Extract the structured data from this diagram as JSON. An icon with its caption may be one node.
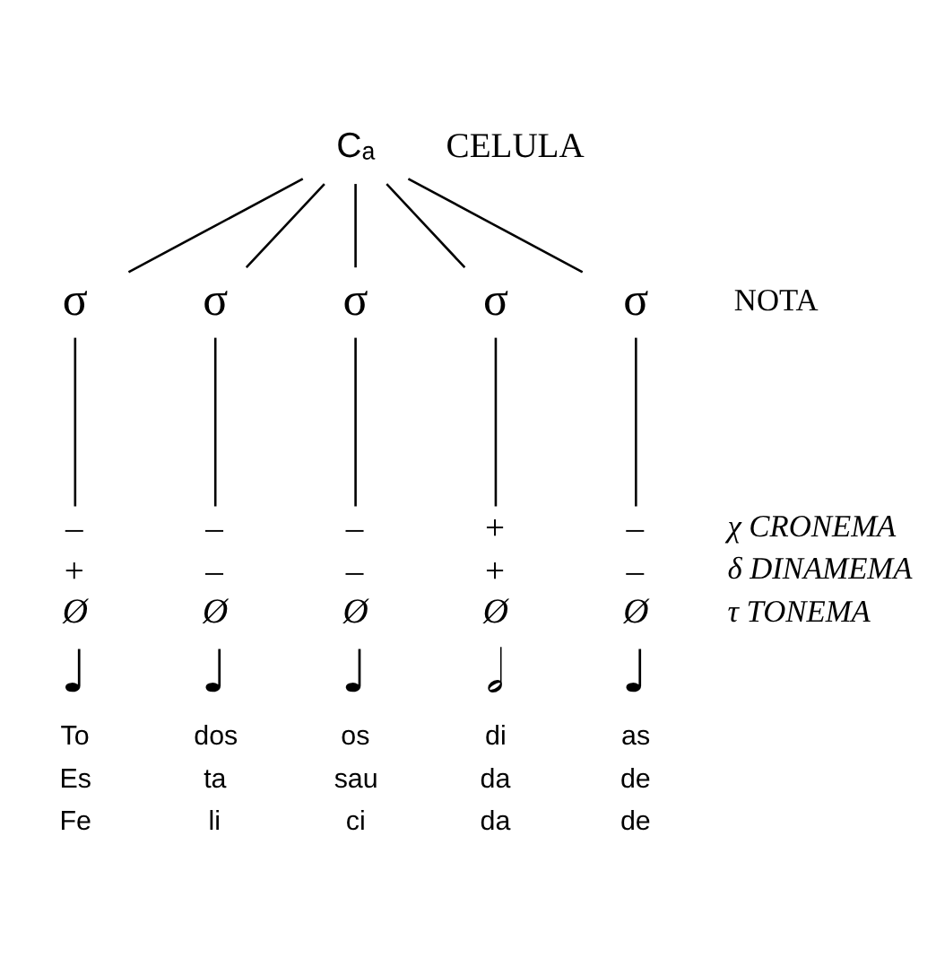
{
  "diagram": {
    "nodes": [
      {
        "text": [
          "Cₐ"
        ]
      },
      {
        "text": [
          "σ"
        ]
      },
      {
        "text": [
          "σ"
        ]
      },
      {
        "text": [
          "σ"
        ]
      },
      {
        "text": [
          "σ"
        ]
      },
      {
        "text": [
          "σ"
        ]
      },
      {
        "text": [
          "–",
          "+",
          "Ø",
          "♩",
          "To",
          "Es",
          "Fe"
        ]
      },
      {
        "text": [
          "–",
          "–",
          "Ø",
          "♩",
          "dos",
          "ta",
          "li"
        ]
      },
      {
        "text": [
          "–",
          "–",
          "Ø",
          "♩",
          "os",
          "sau",
          "ci"
        ]
      },
      {
        "text": [
          "+",
          "+",
          "Ø",
          "𝅗𝅥",
          "di",
          "da",
          "da"
        ]
      },
      {
        "text": [
          "–",
          "–",
          "Ø",
          "♩",
          "as",
          "de",
          "de"
        ]
      }
    ],
    "edges": [
      {
        "from": 0,
        "to": 1,
        "arrow": "none"
      },
      {
        "from": 0,
        "to": 2,
        "arrow": "none"
      },
      {
        "from": 0,
        "to": 3,
        "arrow": "none"
      },
      {
        "from": 0,
        "to": 4,
        "arrow": "none"
      },
      {
        "from": 0,
        "to": 5,
        "arrow": "none"
      },
      {
        "from": 1,
        "to": 6,
        "arrow": "none"
      },
      {
        "from": 2,
        "to": 7,
        "arrow": "none"
      },
      {
        "from": 3,
        "to": 8,
        "arrow": "none"
      },
      {
        "from": 4,
        "to": 9,
        "arrow": "none"
      },
      {
        "from": 5,
        "to": 10,
        "arrow": "none"
      }
    ],
    "labels": [
      "CELULA",
      "NOTA",
      "χ CRONEMA",
      "δ DINAMEMA",
      "τ TONEMA"
    ]
  }
}
